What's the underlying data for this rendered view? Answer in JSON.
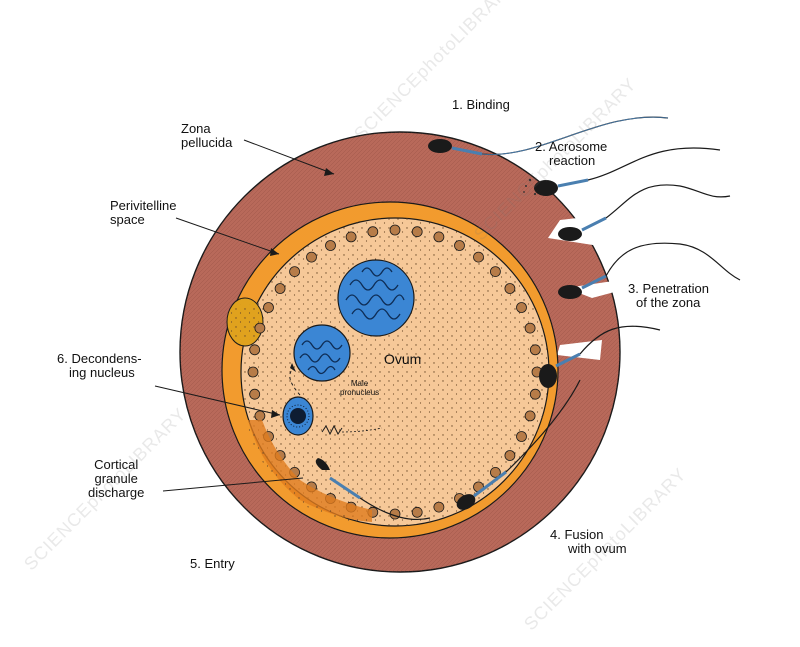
{
  "labels": {
    "zona": [
      "Zona",
      "pellucida"
    ],
    "perivitelline": [
      "Perivitelline",
      "space"
    ],
    "decondensing": [
      "6. Decondens-",
      "ing nucleus"
    ],
    "cortical": [
      "Cortical",
      "granule",
      "discharge"
    ],
    "entry": "5. Entry",
    "binding": "1. Binding",
    "acrosome": [
      "2. Acrosome",
      "reaction"
    ],
    "penetration": [
      "3. Penetration",
      "of the zona"
    ],
    "fusion": [
      "4. Fusion",
      "with ovum"
    ],
    "ovum": "Ovum",
    "male_pronucleus": [
      "Male",
      "pronucleus"
    ]
  },
  "watermark": "SCIENCEphotoLIBRARY",
  "colors": {
    "zona": "#b8695a",
    "perivitelline": "#f29b2e",
    "cytoplasm": "#f6c898",
    "pronucleus": "#3b86d4",
    "granule": "#b77c48",
    "outline": "#1a1a1a",
    "tail": "#4a7fb0"
  }
}
